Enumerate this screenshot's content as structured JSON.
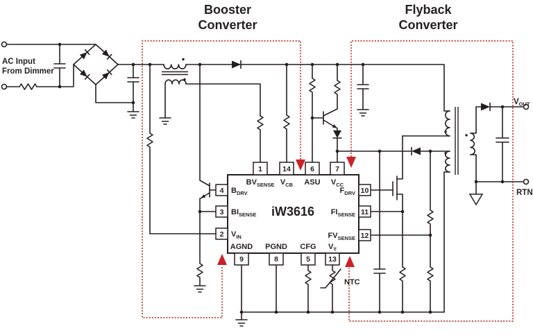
{
  "titles": {
    "booster_line1": "Booster",
    "booster_line2": "Converter",
    "flyback_line1": "Flyback",
    "flyback_line2": "Converter"
  },
  "input_label": {
    "line1": "AC Input",
    "line2": "From Dimmer"
  },
  "output_labels": {
    "vout_main": "V",
    "vout_sub": "OUT",
    "rtn": "RTN"
  },
  "component_labels": {
    "ntc": "NTC"
  },
  "ic": {
    "name": "iW3616",
    "pins_top": [
      {
        "num": "1",
        "main": "BV",
        "sub": "SENSE"
      },
      {
        "num": "14",
        "main": "V",
        "sub": "CB"
      },
      {
        "num": "6",
        "main": "ASU",
        "sub": ""
      },
      {
        "num": "7",
        "main": "V",
        "sub": "CC"
      }
    ],
    "pins_left": [
      {
        "num": "4",
        "main": "B",
        "sub": "DRV"
      },
      {
        "num": "3",
        "main": "BI",
        "sub": "SENSE"
      },
      {
        "num": "2",
        "main": "V",
        "sub": "IN"
      }
    ],
    "pins_right": [
      {
        "num": "10",
        "main": "F",
        "sub": "DRV"
      },
      {
        "num": "11",
        "main": "FI",
        "sub": "SENSE"
      },
      {
        "num": "12",
        "main": "FV",
        "sub": "SENSE"
      }
    ],
    "pins_bottom": [
      {
        "num": "9",
        "main": "AGND",
        "sub": ""
      },
      {
        "num": "8",
        "main": "PGND",
        "sub": ""
      },
      {
        "num": "5",
        "main": "CFG",
        "sub": ""
      },
      {
        "num": "13",
        "main": "V",
        "sub": "T"
      }
    ]
  },
  "colors": {
    "title_red": "#b0222c",
    "dashed_red": "#c0392b",
    "arrow_red": "#cc2128",
    "line_black": "#231f20"
  }
}
